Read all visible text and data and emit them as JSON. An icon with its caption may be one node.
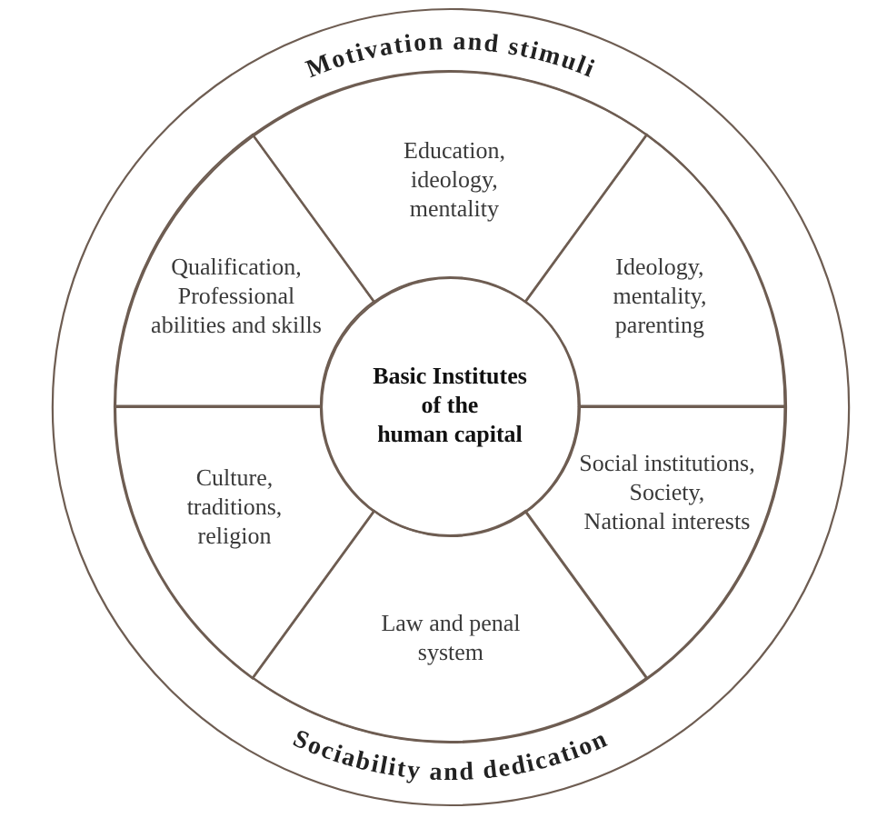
{
  "diagram": {
    "nodes": [
      {
        "text": [
          "Motivation and stimuli",
          "Sociability and dedication"
        ]
      },
      {
        "text": [
          "Education, ideology, mentality"
        ],
        "in": 0
      },
      {
        "text": [
          "Qualification, Professional abilities and skills"
        ],
        "in": 0
      },
      {
        "text": [
          "Ideology, mentality, parenting"
        ],
        "in": 0
      },
      {
        "text": [
          "Basic Institutes of the human capital"
        ],
        "in": 0
      },
      {
        "text": [
          "Culture, traditions, religion"
        ],
        "in": 0
      },
      {
        "text": [
          "Social institutions, Society, National interests"
        ],
        "in": 0
      },
      {
        "text": [
          "Law and penal system"
        ],
        "in": 0
      }
    ]
  }
}
